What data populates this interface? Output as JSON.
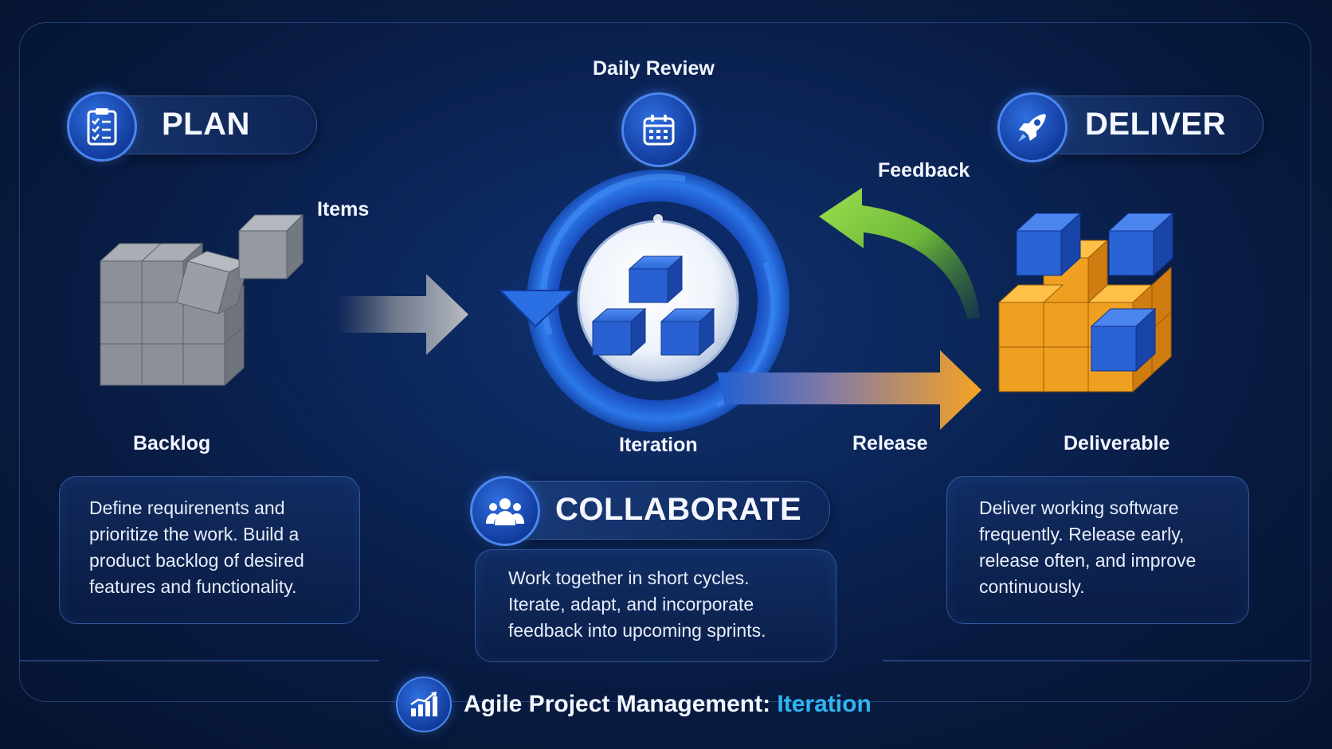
{
  "plan": {
    "title": "PLAN",
    "icon": "clipboard-checklist-icon",
    "description": "Define requirenents and\nprioritize the work. Build a\nproduct backlog of desired\nfeatures and functionality."
  },
  "labels": {
    "items": "Items",
    "backlog": "Backlog",
    "daily_review": "Daily Review",
    "iteration": "Iteration",
    "feedback": "Feedback",
    "release": "Release",
    "deliverable": "Deliverable"
  },
  "collaborate": {
    "title": "COLLABORATE",
    "icon": "team-people-icon",
    "description": "Work together in short cycles.\nIterate, adapt, and incorporate\nfeedback into upcoming sprints."
  },
  "deliver": {
    "title": "DELIVER",
    "icon": "rocket-icon",
    "description": "Deliver working software\nfrequently. Release early,\nrelease often, and improve\ncontinuously."
  },
  "footer": {
    "title": "Agile Project Management: ",
    "accent": "Iteration",
    "icon": "growth-chart-icon"
  },
  "colors": {
    "background": "#0a1f4a",
    "accent_blue": "#1f5fd6",
    "accent_orange": "#f0a020",
    "accent_green": "#7cc241",
    "footer_accent": "#2fb6f0"
  }
}
